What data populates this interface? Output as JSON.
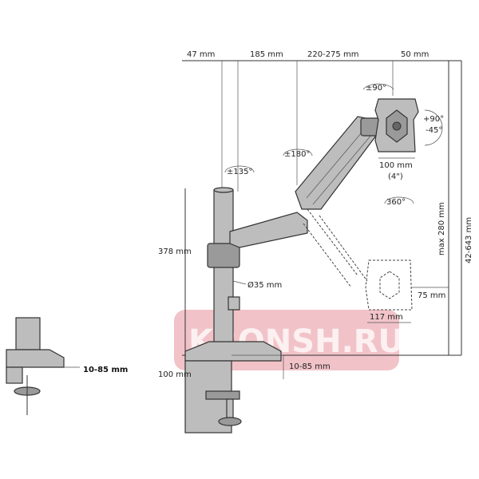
{
  "dimensions": {
    "top": [
      "47 mm",
      "185 mm",
      "220-275 mm",
      "50 mm"
    ],
    "pole_height": "378 mm",
    "pole_diameter": "Ø35 mm",
    "vesa": "100 mm",
    "vesa_inch": "(4\")",
    "max_height": "max 280 mm",
    "total_reach": "42-643 mm",
    "min_vesa_offset": "75 mm",
    "ghost_width": "117 mm",
    "desk_thickness": "10-85 mm",
    "desk_thickness_inset": "10-85 mm",
    "clamp_depth": "100 mm"
  },
  "rotations": {
    "tilt_top": "±90°",
    "tilt_side_plus": "+90°",
    "tilt_side_minus": "-45°",
    "elbow": "±180°",
    "base": "±135°",
    "rotate": "360°"
  },
  "watermark": "KRONSH.RU",
  "colors": {
    "watermark": "#e07a86",
    "metal": "#bdbdbd",
    "line": "#333333"
  }
}
